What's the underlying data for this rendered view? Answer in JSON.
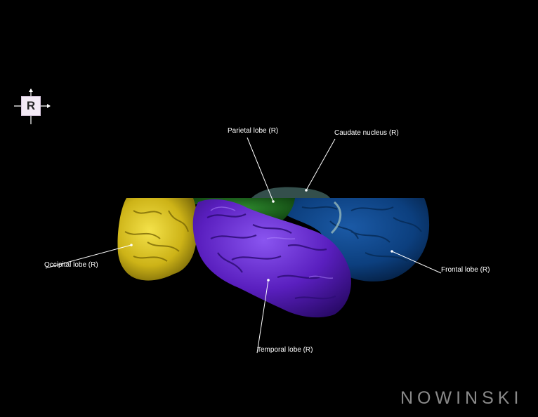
{
  "orientation": {
    "letter": "R"
  },
  "labels": {
    "parietal": "Parietal lobe (R)",
    "caudate": "Caudate nucleus (R)",
    "occipital": "Occipital lobe (R)",
    "frontal": "Frontal lobe (R)",
    "temporal": "Temporal lobe (R)"
  },
  "structures": [
    {
      "name": "Occipital lobe (R)",
      "color": "#d9c218"
    },
    {
      "name": "Parietal lobe (R)",
      "color": "#1f6b1f"
    },
    {
      "name": "Caudate nucleus (R)",
      "color": "#7fa0a0"
    },
    {
      "name": "Frontal lobe (R)",
      "color": "#0c3f7e"
    },
    {
      "name": "Temporal lobe (R)",
      "color": "#5a1fbf"
    }
  ],
  "logo": {
    "text": "NOWINSKI"
  }
}
